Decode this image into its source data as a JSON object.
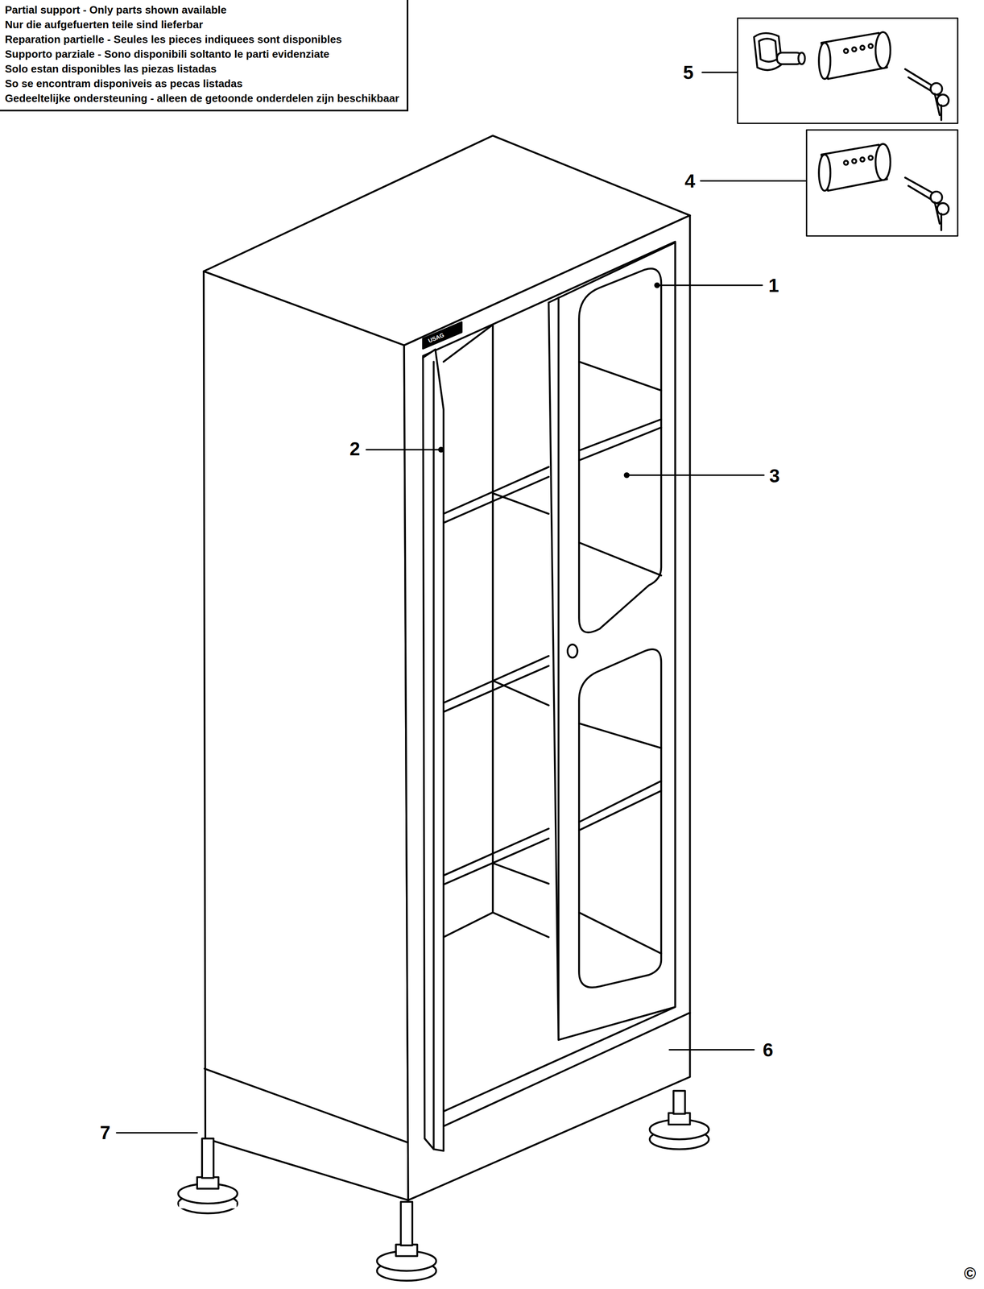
{
  "diagram": {
    "nodes": [
      {
        "text": [
          "Partial support - Only parts shown available",
          "Nur die aufgefuerten teile sind lieferbar",
          "Reparation partielle - Seules les pieces indiquees sont disponibles",
          "Supporto parziale - Sono disponibili soltanto le parti evidenziate",
          "Solo estan disponibles las piezas listadas",
          "So se encontram disponiveis as pecas listadas",
          "Gedeeltelijke ondersteuning - alleen de getoonde onderdelen zijn beschikbaar"
        ]
      }
    ],
    "labels": [
      "5",
      "4",
      "1",
      "2",
      "3",
      "6",
      "7",
      "USAG",
      "©"
    ]
  }
}
